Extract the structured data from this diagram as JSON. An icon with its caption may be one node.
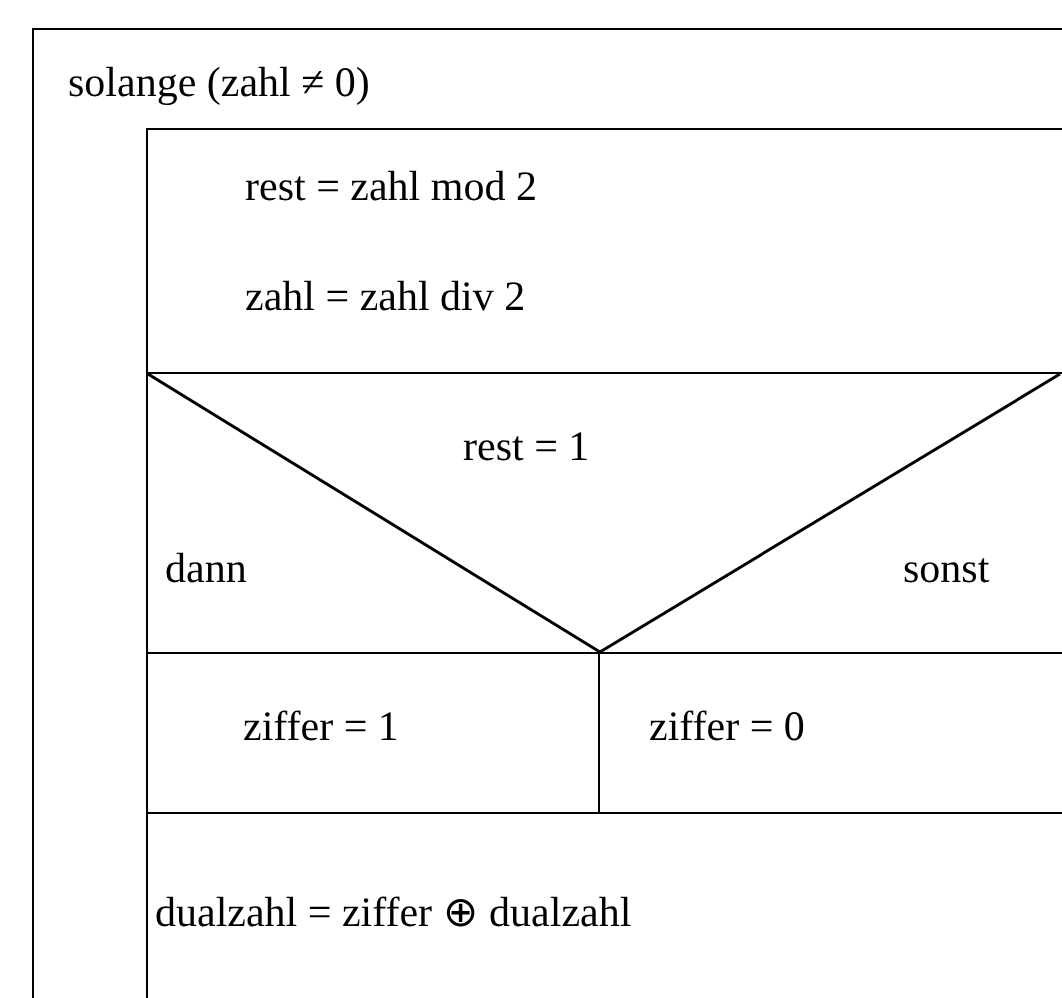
{
  "diagram": {
    "nodes": [
      {
        "text": [
          "solange (zahl ≠ 0)"
        ]
      },
      {
        "text": [
          "rest = zahl mod 2",
          "zahl = zahl div 2"
        ],
        "in": 0
      },
      {
        "text": [
          "rest = 1",
          "dann",
          "sonst"
        ],
        "in": 0
      },
      {
        "text": [
          "ziffer = 1"
        ],
        "in": 0
      },
      {
        "text": [
          "ziffer = 0"
        ],
        "in": 0
      },
      {
        "text": [
          "dualzahl = ziffer ⊕ dualzahl"
        ],
        "in": 0
      }
    ]
  }
}
